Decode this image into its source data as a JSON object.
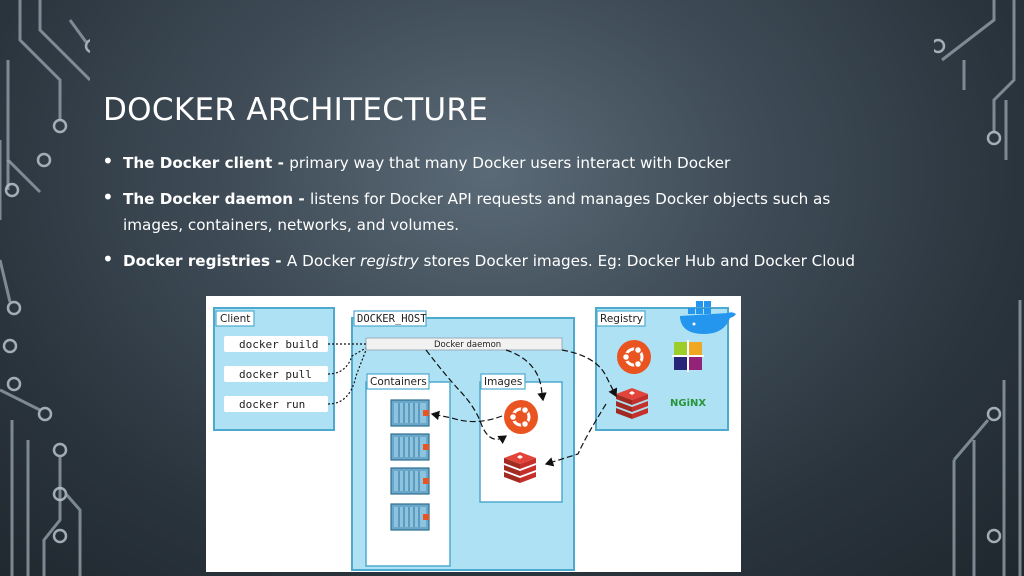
{
  "slide": {
    "title": "DOCKER ARCHITECTURE",
    "bullets": [
      {
        "bold": "The Docker client - ",
        "text": "primary way that many Docker users interact with Docker"
      },
      {
        "bold": "The Docker daemon - ",
        "text": "listens for Docker API requests and manages Docker objects such as images, containers, networks, and volumes."
      },
      {
        "bold": "Docker registries - ",
        "text_before": "A Docker ",
        "italic": "registry",
        "text_after": " stores Docker images. Eg: Docker Hub and Docker Cloud"
      }
    ]
  },
  "diagram": {
    "client": {
      "label": "Client",
      "commands": [
        "docker build",
        "docker pull",
        "docker run"
      ]
    },
    "host": {
      "label": "DOCKER_HOST",
      "daemon": "Docker daemon",
      "containers_label": "Containers",
      "images_label": "Images"
    },
    "registry": {
      "label": "Registry",
      "logos": [
        "ubuntu-logo",
        "centos-logo",
        "redis-logo",
        "nginx-logo"
      ],
      "nginx_text": "NGiNX"
    },
    "colors": {
      "panel_fill": "#aee1f4",
      "panel_stroke": "#4ea9cf",
      "ubuntu": "#e95420",
      "redis": "#c6302b",
      "container": "#5b9bbf",
      "nginx": "#269539",
      "docker_whale": "#2496ed"
    }
  }
}
